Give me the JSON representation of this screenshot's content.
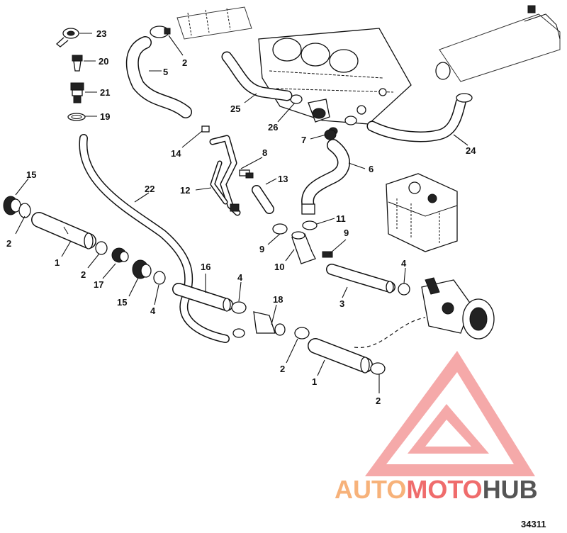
{
  "figure_number": "34311",
  "watermark": {
    "part1": "AUTO",
    "part2": "MOTO",
    "part3": "HUB"
  },
  "callouts": {
    "c23": "23",
    "c20": "20",
    "c21": "21",
    "c19": "19",
    "c5": "5",
    "c2_top": "2",
    "c25": "25",
    "c26": "26",
    "c24": "24",
    "c7": "7",
    "c14": "14",
    "c8": "8",
    "c6": "6",
    "c13": "13",
    "c12": "12",
    "c22": "22",
    "c15_left": "15",
    "c2_left": "2",
    "c1_left": "1",
    "c2_mid": "2",
    "c17": "17",
    "c15_mid": "15",
    "c4_left": "4",
    "c16": "16",
    "c4_mid": "4",
    "c18": "18",
    "c11": "11",
    "c9_left": "9",
    "c9_right": "9",
    "c10": "10",
    "c4_right": "4",
    "c3": "3",
    "c2_bottom": "2",
    "c1_bottom": "1",
    "c2_br": "2"
  }
}
